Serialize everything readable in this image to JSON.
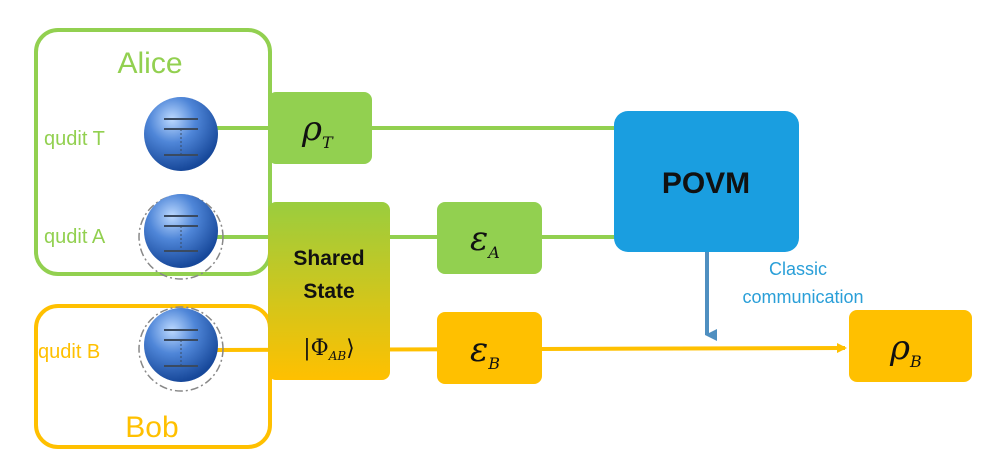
{
  "alice": {
    "title": "Alice",
    "qudit_t": "qudit T",
    "qudit_a": "qudit A"
  },
  "bob": {
    "title": "Bob",
    "qudit_b": "qudit B"
  },
  "rho_t": {
    "symbol": "ρ",
    "sub": "T"
  },
  "eps_a": {
    "symbol": "ε",
    "sub": "A"
  },
  "eps_b": {
    "symbol": "ε",
    "sub": "B"
  },
  "rho_b": {
    "symbol": "ρ",
    "sub": "B"
  },
  "shared_state": {
    "line1": "Shared",
    "line2": "State",
    "ket_open": "|Φ",
    "ket_sub": "AB",
    "ket_close": "⟩"
  },
  "povm": {
    "label": "POVM"
  },
  "classic": {
    "line1": "Classic",
    "line2": "communication"
  },
  "colors": {
    "alice_green": "#92d050",
    "bob_orange": "#ffc000",
    "povm_blue": "#1a9ee0",
    "arrow_blue": "#4f8fc0",
    "classic_text": "#2a9fd8"
  }
}
